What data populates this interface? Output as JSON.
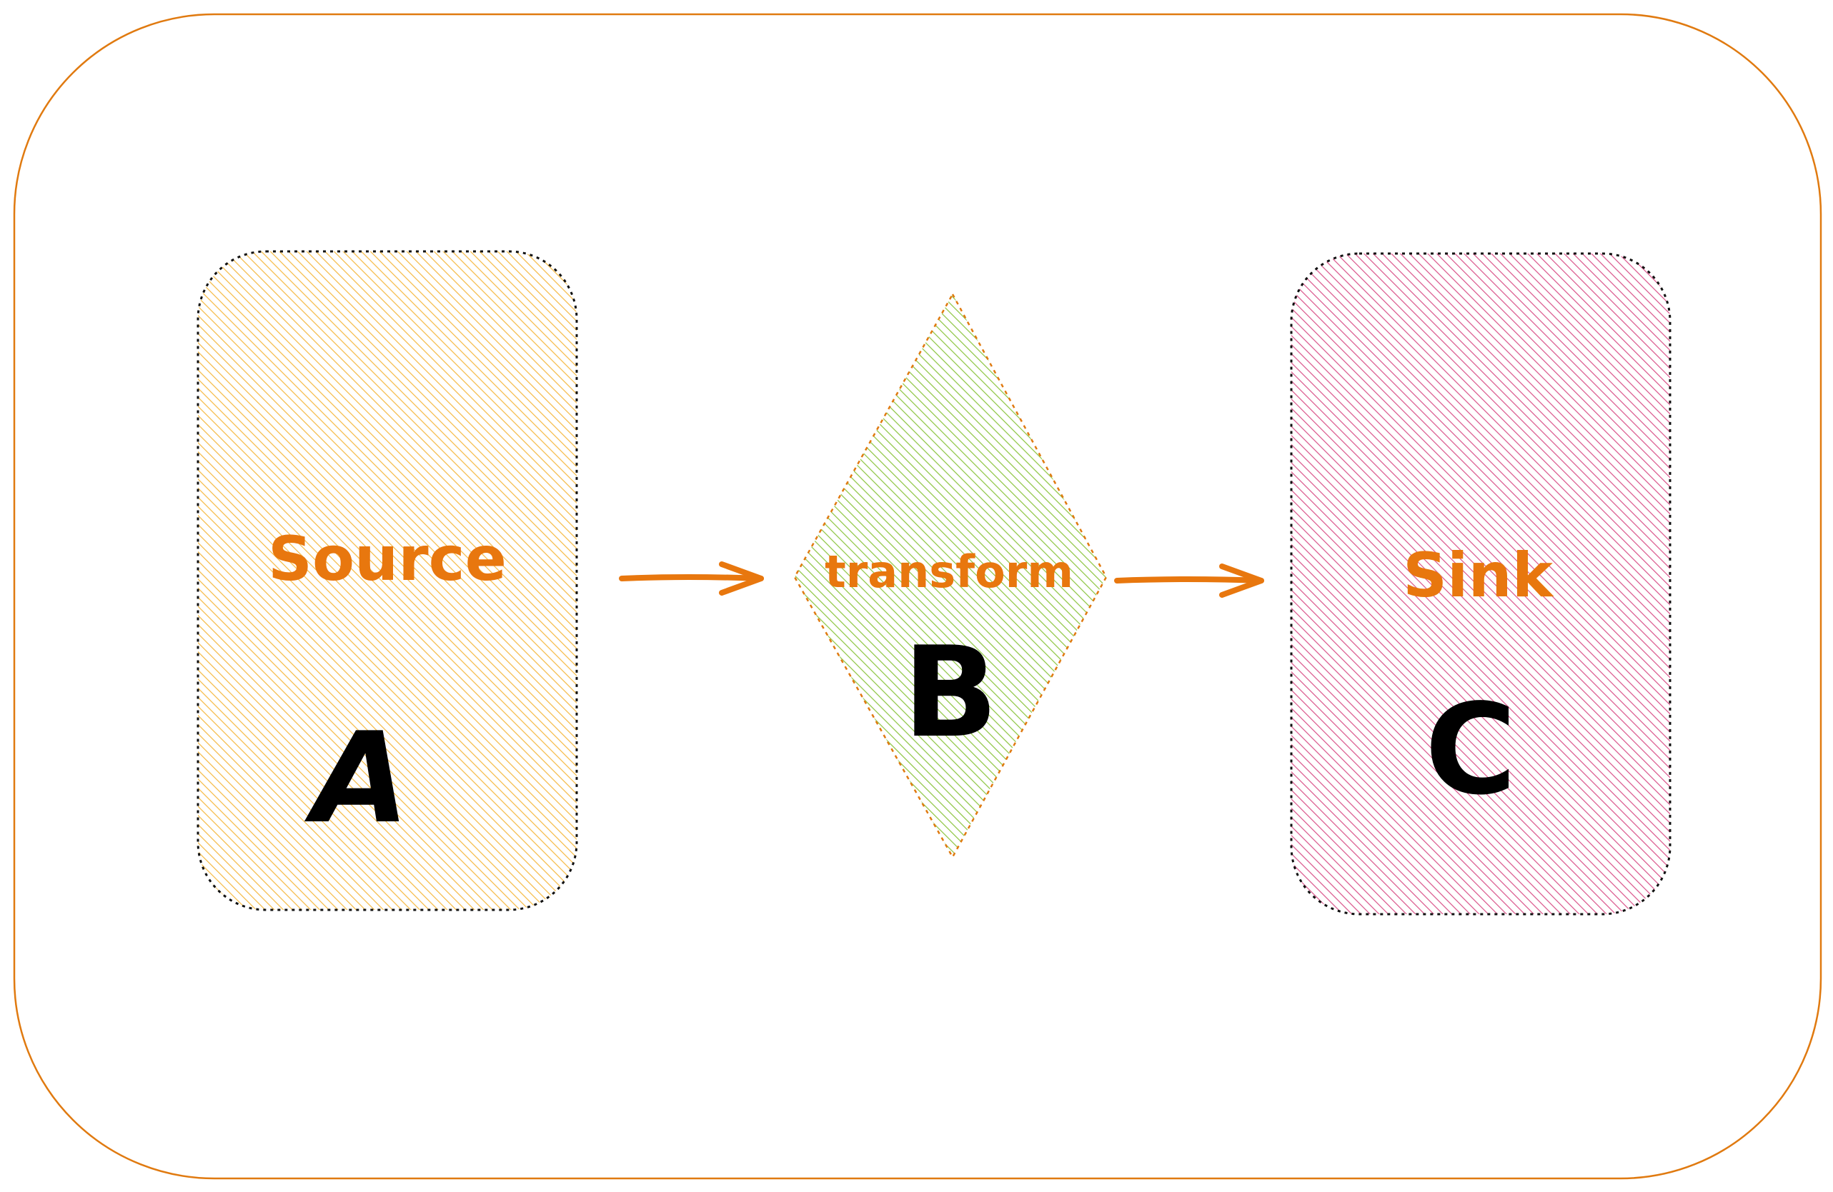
{
  "colors": {
    "frame": "#e07a10",
    "source_fill": "#f5b942",
    "transform_fill": "#8cc43f",
    "sink_fill": "#d9538a",
    "label": "#e8770e",
    "arrow": "#e8770e",
    "outline": "#111111",
    "letter": "#000000"
  },
  "nodes": {
    "source": {
      "label": "Source",
      "letter": "A"
    },
    "transform": {
      "label": "transform",
      "letter": "B"
    },
    "sink": {
      "label": "Sink",
      "letter": "C"
    }
  }
}
